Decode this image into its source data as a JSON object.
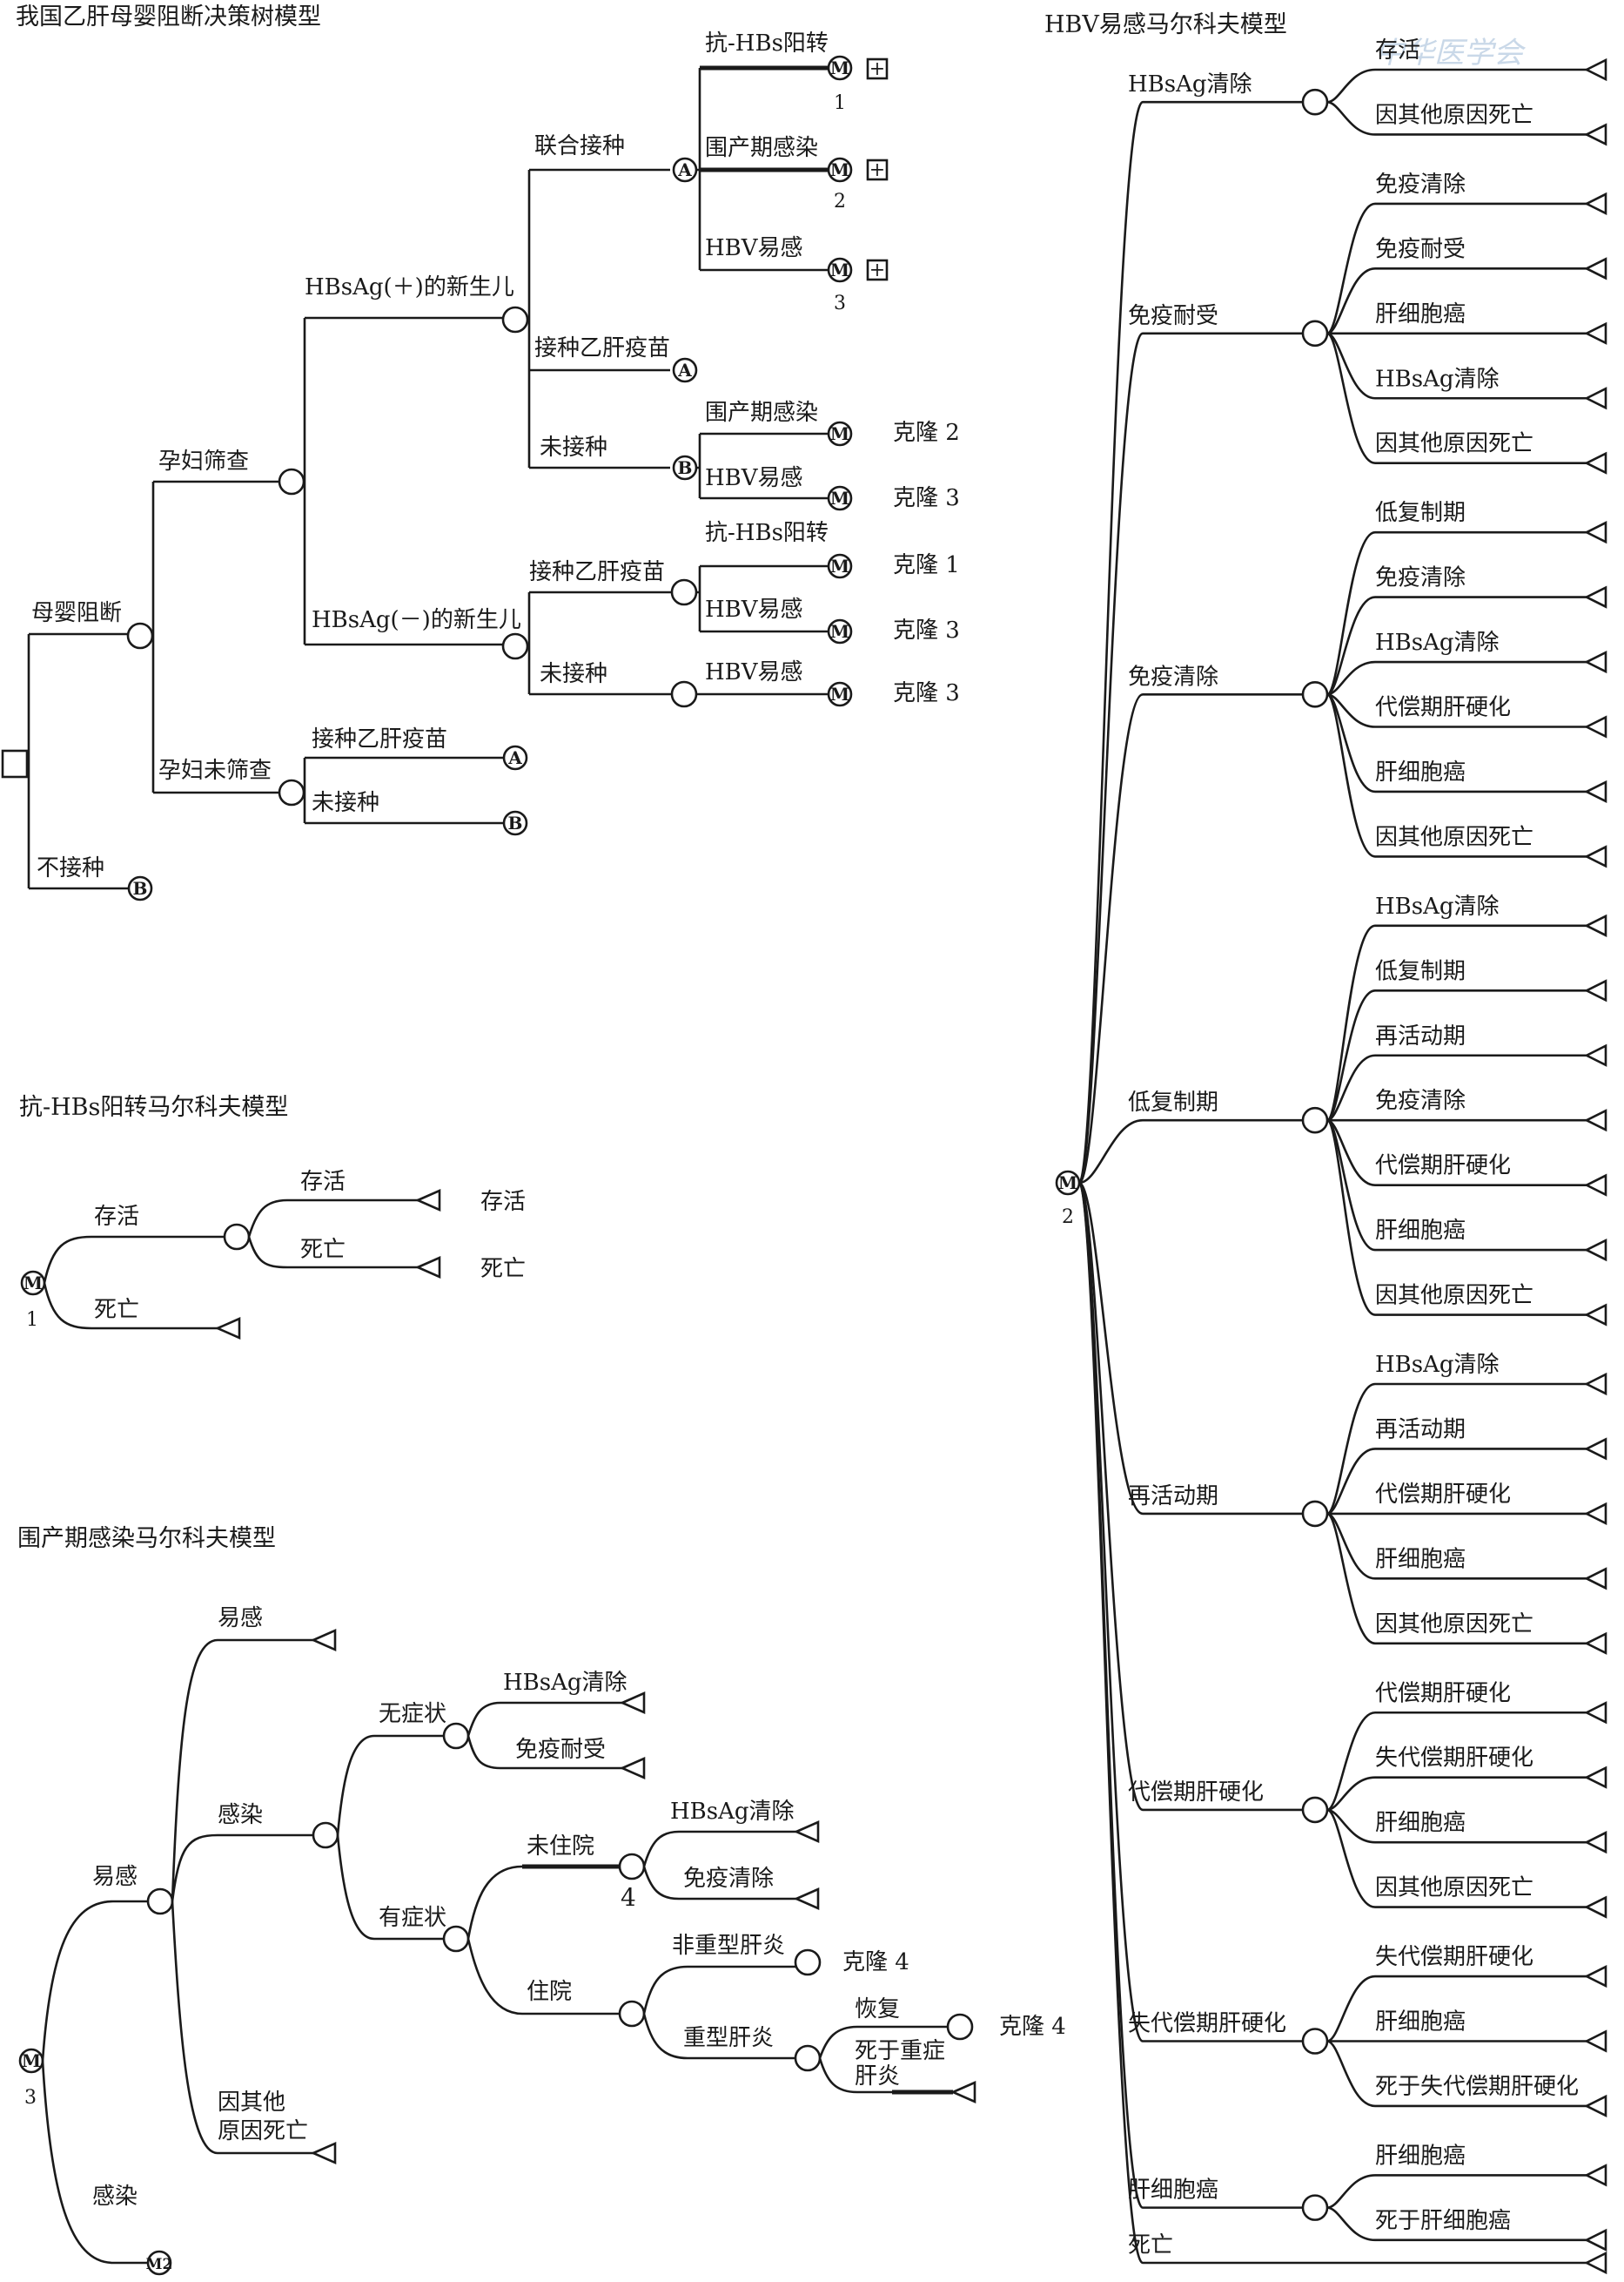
{
  "titles": {
    "decision": "我国乙肝母婴阻断决策树模型",
    "anti": "抗-HBs阳转马尔科夫模型",
    "perinatal": "围产期感染马尔科夫模型",
    "hbv": "HBV易感马尔科夫模型"
  },
  "watermark": "中华医学会",
  "decision_tree": {
    "root": "母婴阻断",
    "no_vaccination": "不接种",
    "screened": "孕妇筛查",
    "not_screened": "孕妇未筛查",
    "positive_newborn": "HBsAg(＋)的新生儿",
    "negative_newborn": "HBsAg(－)的新生儿",
    "combined": "联合接种",
    "vaccine": "接种乙肝疫苗",
    "none": "未接种",
    "anti_pos": "抗-HBs阳转",
    "perinatal_inf": "围产期感染",
    "hbv_sus": "HBV易感",
    "clone1": "克隆 1",
    "clone2": "克隆 2",
    "clone3": "克隆 3",
    "plus": "+",
    "mark_m": "M",
    "mark_a": "A",
    "mark_b": "B",
    "n1": "1",
    "n2": "2",
    "n3": "3"
  },
  "anti_model": {
    "survive": "存活",
    "death": "死亡",
    "n1": "1"
  },
  "perinatal_model": {
    "susceptible": "易感",
    "infected": "感染",
    "other_death_1": "因其他",
    "other_death_2": "原因死亡",
    "asymptomatic": "无症状",
    "symptomatic": "有症状",
    "hbsag_clear": "HBsAg清除",
    "immune_tol": "免疫耐受",
    "not_hosp": "未住院",
    "immune_clear": "免疫清除",
    "hosp": "住院",
    "non_severe": "非重型肝炎",
    "severe": "重型肝炎",
    "recover": "恢复",
    "die_severe_1": "死于重症",
    "die_severe_2": "肝炎",
    "clone4": "克隆 4",
    "n3": "3",
    "n4": "4",
    "m2": "M2"
  },
  "hbv_model": {
    "n2": "2",
    "death": "死亡",
    "states": [
      {
        "name": "HBsAg清除",
        "outcomes": [
          "存活",
          "因其他原因死亡"
        ]
      },
      {
        "name": "免疫耐受",
        "outcomes": [
          "免疫清除",
          "免疫耐受",
          "肝细胞癌",
          "HBsAg清除",
          "因其他原因死亡"
        ]
      },
      {
        "name": "免疫清除",
        "outcomes": [
          "低复制期",
          "免疫清除",
          "HBsAg清除",
          "代偿期肝硬化",
          "肝细胞癌",
          "因其他原因死亡"
        ]
      },
      {
        "name": "低复制期",
        "outcomes": [
          "HBsAg清除",
          "低复制期",
          "再活动期",
          "免疫清除",
          "代偿期肝硬化",
          "肝细胞癌",
          "因其他原因死亡"
        ]
      },
      {
        "name": "再活动期",
        "outcomes": [
          "HBsAg清除",
          "再活动期",
          "代偿期肝硬化",
          "肝细胞癌",
          "因其他原因死亡"
        ]
      },
      {
        "name": "代偿期肝硬化",
        "outcomes": [
          "代偿期肝硬化",
          "失代偿期肝硬化",
          "肝细胞癌",
          "因其他原因死亡"
        ]
      },
      {
        "name": "失代偿期肝硬化",
        "outcomes": [
          "失代偿期肝硬化",
          "肝细胞癌",
          "死于失代偿期肝硬化"
        ]
      },
      {
        "name": "肝细胞癌",
        "outcomes": [
          "肝细胞癌",
          "死于肝细胞癌"
        ]
      }
    ]
  }
}
